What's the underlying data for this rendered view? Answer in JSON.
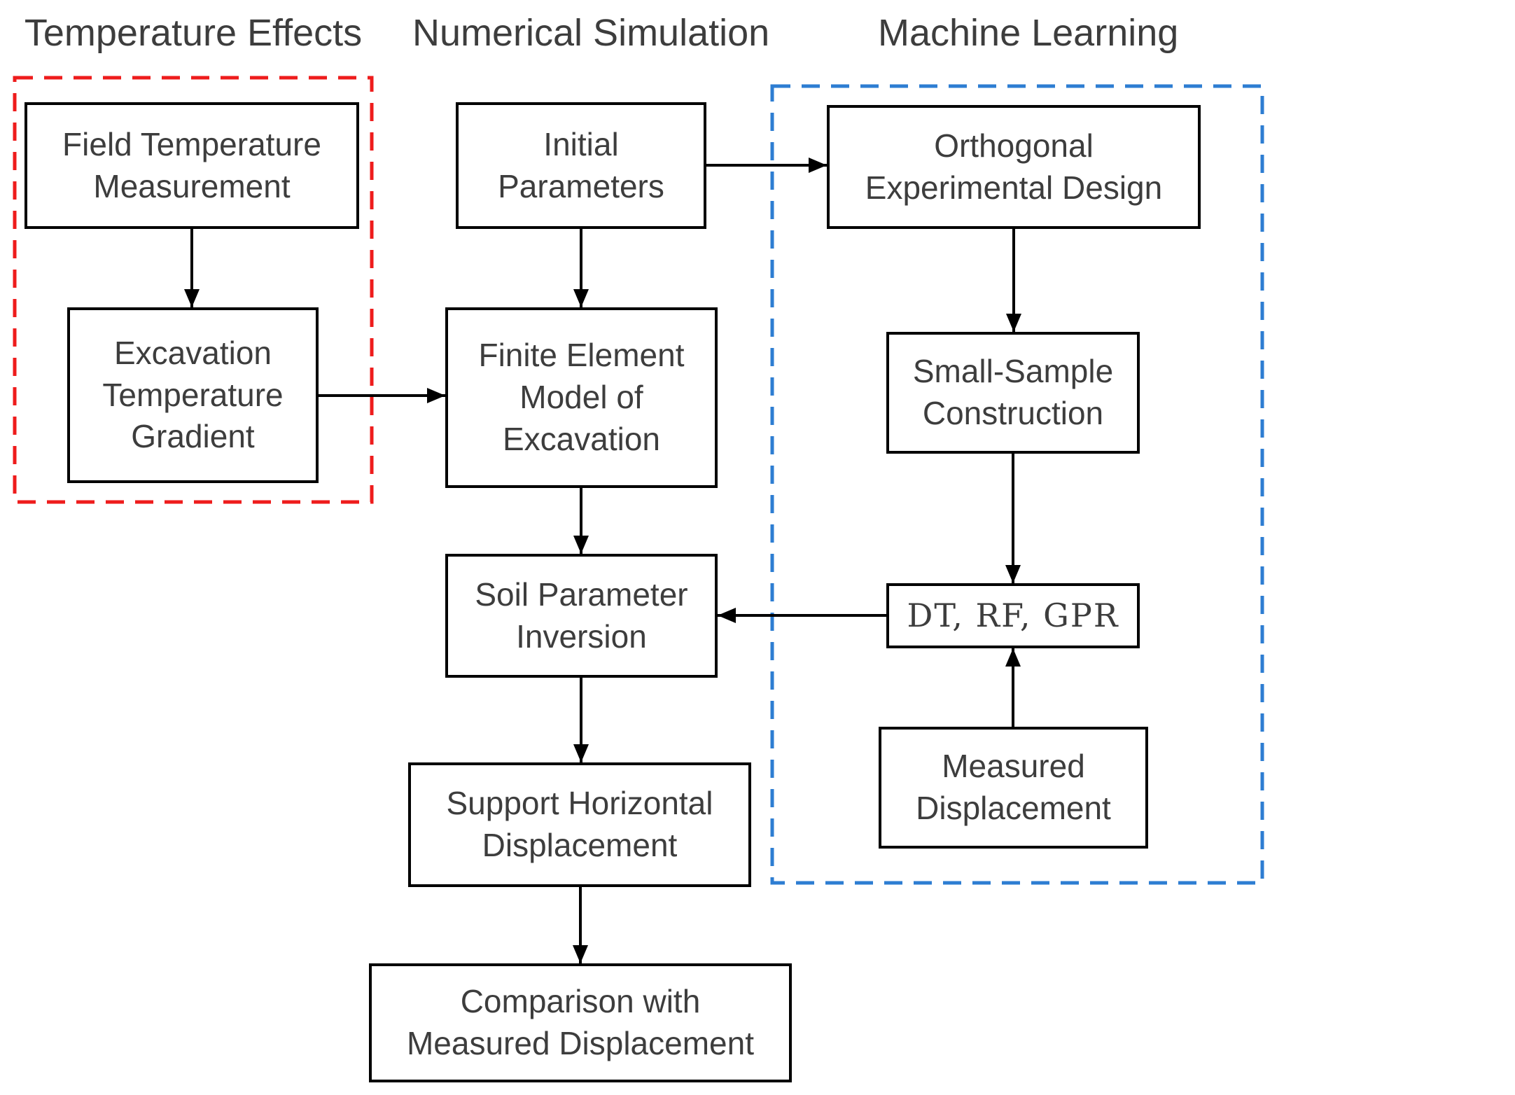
{
  "titles": {
    "temperature_effects": "Temperature Effects",
    "numerical_simulation": "Numerical Simulation",
    "machine_learning": "Machine Learning"
  },
  "nodes": {
    "field_temperature": "Field Temperature\nMeasurement",
    "excavation_gradient": "Excavation\nTemperature\nGradient",
    "initial_parameters": "Initial\nParameters",
    "fem_model": "Finite Element\nModel of\nExcavation",
    "soil_inversion": "Soil Parameter\nInversion",
    "support_displacement": "Support Horizontal\nDisplacement",
    "comparison": "Comparison with\nMeasured Displacement",
    "orthogonal_design": "Orthogonal\nExperimental Design",
    "small_sample": "Small-Sample\nConstruction",
    "ml_models": "DT, RF, GPR",
    "measured_displacement": "Measured\nDisplacement"
  },
  "colors": {
    "temperature_group_border": "#ee1c1c",
    "machine_learning_group_border": "#2d7dd2",
    "box_border": "#000000",
    "arrow": "#000000",
    "text": "#3d3d3d"
  }
}
